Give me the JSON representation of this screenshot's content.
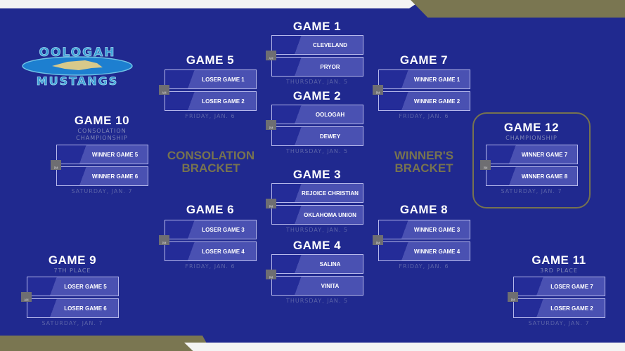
{
  "logo": {
    "top": "OOLOGAH",
    "bottom": "MUSTANGS"
  },
  "labels": {
    "consolation": "CONSOLATION BRACKET",
    "winners": "WINNER'S BRACKET"
  },
  "games": [
    {
      "title": "GAME 1",
      "teams": [
        "CLEVELAND",
        "PRYOR"
      ],
      "date": "THURSDAY, JAN. 5",
      "time": "AM"
    },
    {
      "title": "GAME 2",
      "teams": [
        "OOLOGAH",
        "DEWEY"
      ],
      "date": "THURSDAY, JAN. 5",
      "time": "PM"
    },
    {
      "title": "GAME 3",
      "teams": [
        "REJOICE CHRISTIAN",
        "OKLAHOMA UNION"
      ],
      "date": "THURSDAY, JAN. 5",
      "time": "PM"
    },
    {
      "title": "GAME 4",
      "teams": [
        "SALINA",
        "VINITA"
      ],
      "date": "THURSDAY, JAN. 5",
      "time": "PM"
    },
    {
      "title": "GAME 5",
      "teams": [
        "LOSER GAME 1",
        "LOSER GAME 2"
      ],
      "date": "FRIDAY, JAN. 6",
      "time": "AM"
    },
    {
      "title": "GAME 6",
      "teams": [
        "LOSER GAME 3",
        "LOSER GAME 4"
      ],
      "date": "FRIDAY, JAN. 6",
      "time": "PM"
    },
    {
      "title": "GAME 7",
      "teams": [
        "WINNER GAME 1",
        "WINNER GAME 2"
      ],
      "date": "FRIDAY, JAN. 6",
      "time": "PM"
    },
    {
      "title": "GAME 8",
      "teams": [
        "WINNER GAME 3",
        "WINNER GAME 4"
      ],
      "date": "FRIDAY, JAN. 6",
      "time": "PM"
    },
    {
      "title": "GAME 9",
      "subtitle": "7TH PLACE",
      "teams": [
        "LOSER GAME 5",
        "LOSER GAME 6"
      ],
      "date": "SATURDAY, JAN. 7",
      "time": "AM"
    },
    {
      "title": "GAME 10",
      "subtitle": "CONSOLATION CHAMPIONSHIP",
      "teams": [
        "WINNER GAME 5",
        "WINNER GAME 6"
      ],
      "date": "SATURDAY, JAN. 7",
      "time": "PM"
    },
    {
      "title": "GAME 11",
      "subtitle": "3RD PLACE",
      "teams": [
        "LOSER GAME 7",
        "LOSER GAME 2"
      ],
      "date": "SATURDAY, JAN. 7",
      "time": "PM"
    },
    {
      "title": "GAME 12",
      "subtitle": "CHAMPIONSHIP",
      "teams": [
        "WINNER GAME 7",
        "WINNER GAME 8"
      ],
      "date": "SATURDAY, JAN. 7",
      "time": "PM"
    }
  ],
  "colors": {
    "background": "#20298f",
    "gold": "#7a7651",
    "slot_border": "#b7b9ec"
  }
}
